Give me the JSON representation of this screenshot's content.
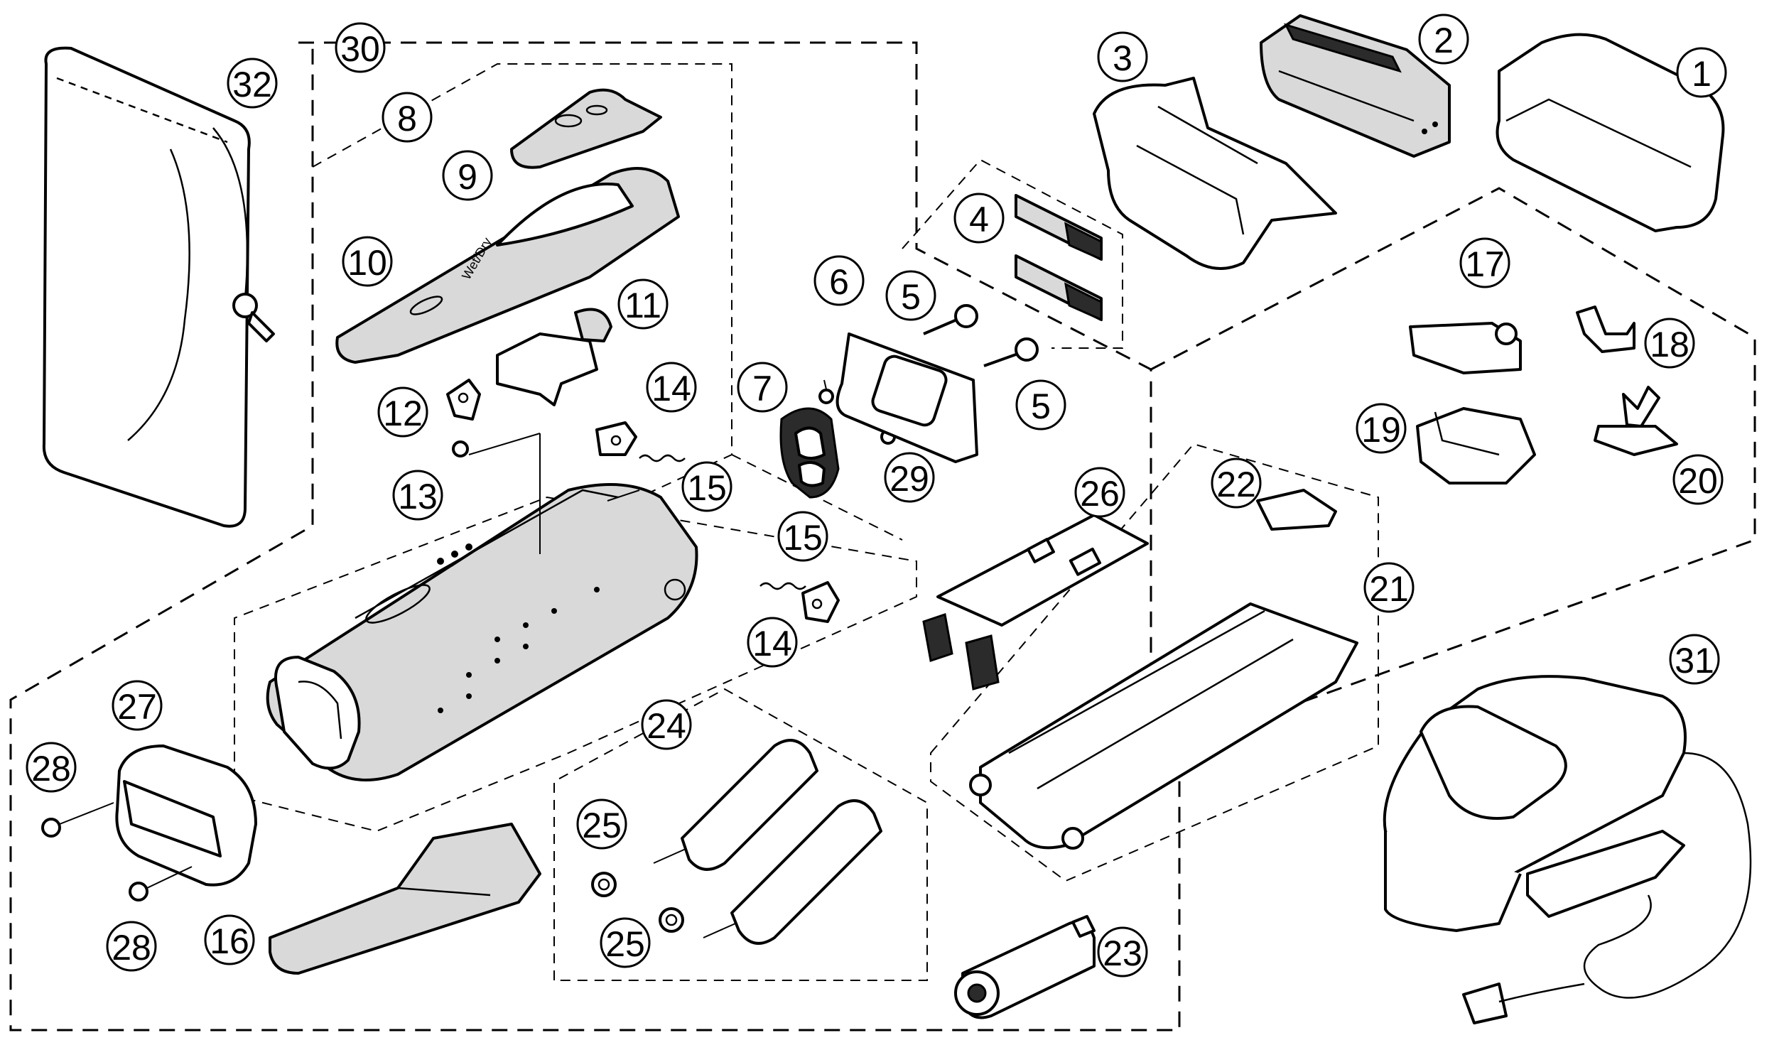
{
  "diagram": {
    "callouts": [
      {
        "id": "c1",
        "label": "1"
      },
      {
        "id": "c2",
        "label": "2"
      },
      {
        "id": "c3",
        "label": "3"
      },
      {
        "id": "c4",
        "label": "4"
      },
      {
        "id": "c5a",
        "label": "5"
      },
      {
        "id": "c5b",
        "label": "5"
      },
      {
        "id": "c6",
        "label": "6"
      },
      {
        "id": "c7",
        "label": "7"
      },
      {
        "id": "c8",
        "label": "8"
      },
      {
        "id": "c9",
        "label": "9"
      },
      {
        "id": "c10",
        "label": "10"
      },
      {
        "id": "c11",
        "label": "11"
      },
      {
        "id": "c12",
        "label": "12"
      },
      {
        "id": "c13",
        "label": "13"
      },
      {
        "id": "c14a",
        "label": "14"
      },
      {
        "id": "c14b",
        "label": "14"
      },
      {
        "id": "c15a",
        "label": "15"
      },
      {
        "id": "c15b",
        "label": "15"
      },
      {
        "id": "c16",
        "label": "16"
      },
      {
        "id": "c17",
        "label": "17"
      },
      {
        "id": "c18",
        "label": "18"
      },
      {
        "id": "c19",
        "label": "19"
      },
      {
        "id": "c20",
        "label": "20"
      },
      {
        "id": "c21",
        "label": "21"
      },
      {
        "id": "c22",
        "label": "22"
      },
      {
        "id": "c23",
        "label": "23"
      },
      {
        "id": "c24",
        "label": "24"
      },
      {
        "id": "c25a",
        "label": "25"
      },
      {
        "id": "c25b",
        "label": "25"
      },
      {
        "id": "c26",
        "label": "26"
      },
      {
        "id": "c27",
        "label": "27"
      },
      {
        "id": "c28a",
        "label": "28"
      },
      {
        "id": "c28b",
        "label": "28"
      },
      {
        "id": "c29",
        "label": "29"
      },
      {
        "id": "c30",
        "label": "30"
      },
      {
        "id": "c31",
        "label": "31"
      },
      {
        "id": "c32",
        "label": "32"
      }
    ],
    "part_markings": {
      "switch_panel_text": "Wet/Dry"
    },
    "colors": {
      "line": "#000000",
      "background": "#ffffff",
      "shade": "#d9d9d9"
    }
  }
}
